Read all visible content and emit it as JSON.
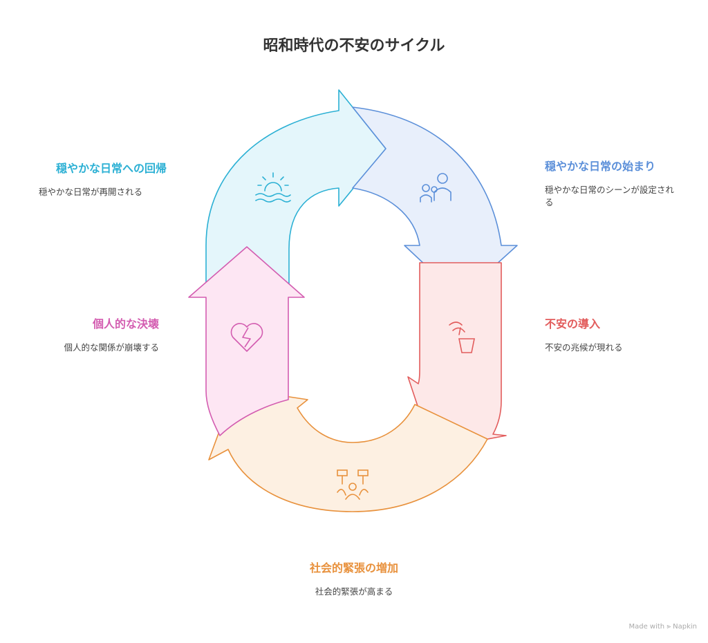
{
  "title": "昭和時代の不安のサイクル",
  "colors": {
    "blue": "#5b8fd9",
    "red": "#e25c5c",
    "orange": "#e8913c",
    "pink": "#d35cb0",
    "cyan": "#2bb0d4"
  },
  "stages": [
    {
      "key": "start",
      "title": "穏やかな日常の始まり",
      "desc": "穏やかな日常のシーンが設定される",
      "icon": "family-icon"
    },
    {
      "key": "anxiety",
      "title": "不安の導入",
      "desc": "不安の兆候が現れる",
      "icon": "brazier-icon"
    },
    {
      "key": "tension",
      "title": "社会的緊張の増加",
      "desc": "社会的緊張が高まる",
      "icon": "protest-icon"
    },
    {
      "key": "breakdown",
      "title": "個人的な決壊",
      "desc": "個人的な関係が崩壊する",
      "icon": "broken-heart-icon"
    },
    {
      "key": "return",
      "title": "穏やかな日常への回帰",
      "desc": "穏やかな日常が再開される",
      "icon": "sunset-icon"
    }
  ],
  "credit": "Made with ⪢ Napkin"
}
